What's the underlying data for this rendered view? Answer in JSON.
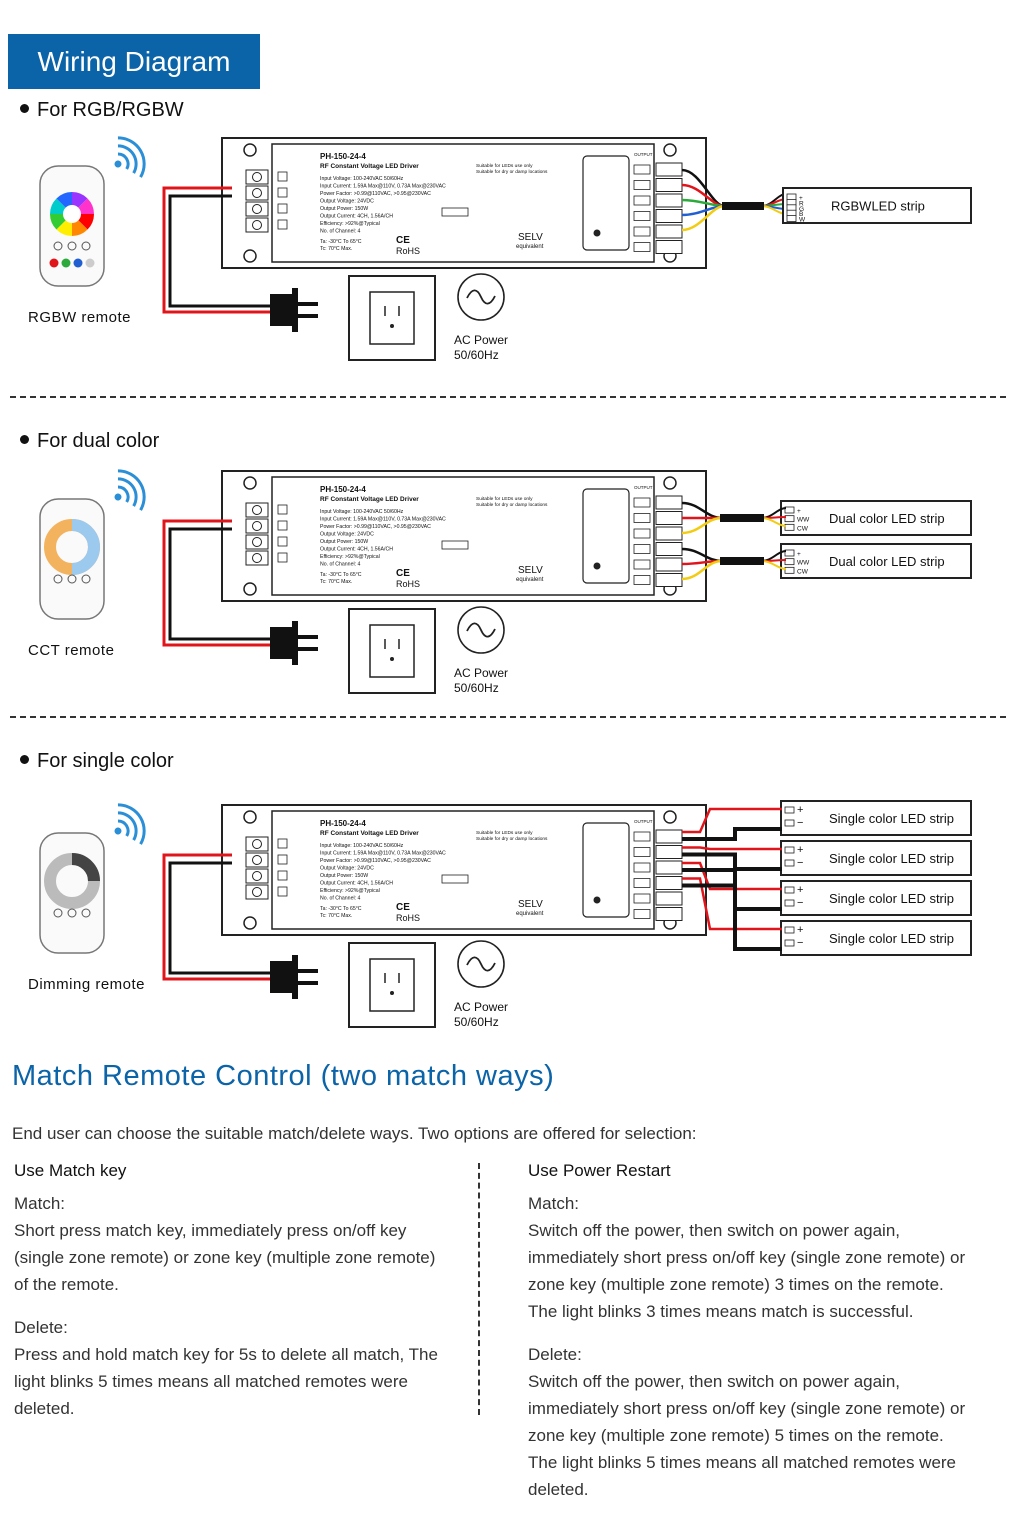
{
  "header": {
    "title": "Wiring Diagram"
  },
  "sections": [
    {
      "label": "For RGB/RGBW",
      "remote_label": "RGBW remote",
      "strips": [
        "RGBWLED strip"
      ],
      "terminal_labels": [
        "+",
        "R",
        "G",
        "B",
        "W"
      ]
    },
    {
      "label": "For dual color",
      "remote_label": "CCT remote",
      "strips": [
        "Dual color LED strip",
        "Dual color LED strip"
      ],
      "terminal_labels": [
        "+",
        "WW",
        "CW"
      ]
    },
    {
      "label": "For single color",
      "remote_label": "Dimming remote",
      "strips": [
        "Single color LED strip",
        "Single color LED strip",
        "Single color LED strip",
        "Single color LED strip"
      ],
      "terminal_labels": [
        "+",
        "−"
      ]
    }
  ],
  "driver": {
    "model": "PH-150-24-4",
    "name": "RF Constant Voltage LED Driver",
    "specs": [
      "Input Voltage: 100-240VAC 50/60Hz",
      "Input Current: 1.59A Max@110V, 0.73A Max@230VAC",
      "Power Factor: >0.99@110VAC, >0.95@230VAC",
      "Output Voltage: 24VDC",
      "Output Power: 150W",
      "Output Current: 4CH, 1.56A/CH",
      "Efficiency: >92%@Typical",
      "No. of Channel: 4"
    ],
    "temp": [
      "Ta: -30°C To 65°C",
      "Tc: 70°C Max."
    ],
    "suitable": [
      "Suitable for LEDs use only",
      "Suitable for dry or damp locations"
    ],
    "rohs": "RoHS",
    "selv": "SELV",
    "selv_sub": "equivalent",
    "output": "OUTPUT"
  },
  "ac_power": {
    "line1": "AC Power",
    "line2": "50/60Hz"
  },
  "match": {
    "title": "Match Remote Control (two match ways)",
    "intro": "End user can choose the suitable match/delete ways. Two options are offered for selection:",
    "left": {
      "heading": "Use Match key",
      "match_label": "Match:",
      "match_text": "Short press match key, immediately press on/off key (single zone remote) or zone key (multiple zone remote) of the remote.",
      "delete_label": "Delete:",
      "delete_text": "Press and hold match key for 5s to delete all match, The light blinks 5 times means all matched remotes were deleted."
    },
    "right": {
      "heading": "Use Power Restart",
      "match_label": "Match:",
      "match_text": "Switch off the power, then switch on power again, immediately short press on/off key (single zone remote) or zone key (multiple zone remote) 3 times on the remote. The light blinks 3 times means match is successful.",
      "delete_label": "Delete:",
      "delete_text": "Switch off the power, then switch on power again, immediately short press on/off key (single zone remote) or zone key (multiple zone remote) 5 times on the remote. The light blinks 5 times means all matched remotes were deleted."
    }
  },
  "colors": {
    "brand": "#0b63a8",
    "wire_red": "#e0151b",
    "wire_black": "#111111",
    "wire_green": "#2cab3c",
    "wire_blue": "#1f5fd1",
    "wire_yellow": "#f2cc13"
  }
}
